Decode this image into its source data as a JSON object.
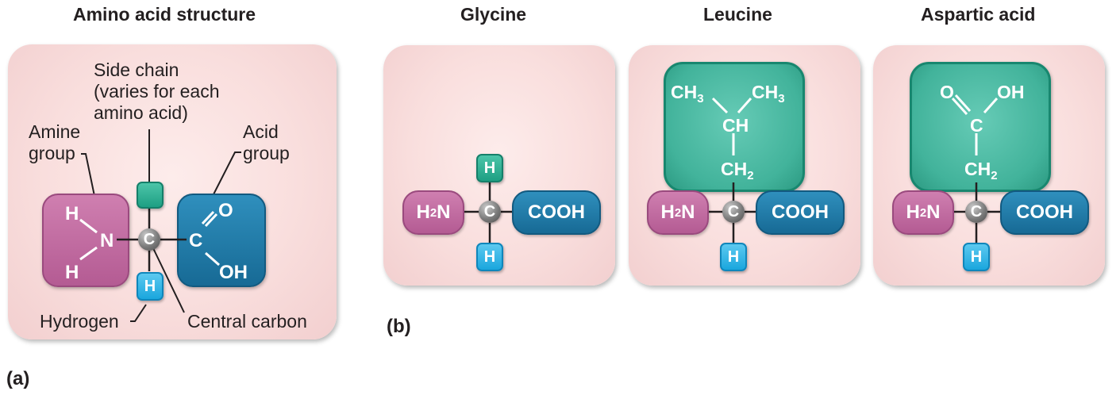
{
  "part_a": {
    "title": "Amino acid structure",
    "panel_label": "(a)",
    "labels": {
      "side_chain": [
        "Side chain",
        "(varies for each",
        "amino acid)"
      ],
      "amine": [
        "Amine",
        "group"
      ],
      "acid": [
        "Acid",
        "group"
      ],
      "hydrogen": "Hydrogen",
      "central_carbon": "Central carbon"
    },
    "molecule": {
      "amine_h_top": "H",
      "amine_h_bottom": "H",
      "nitrogen": "N",
      "carbon": "C",
      "acid_c": "C",
      "acid_o": "O",
      "acid_oh": "OH",
      "hydrogen": "H"
    }
  },
  "part_b": {
    "panel_label": "(b)",
    "glycine": {
      "title": "Glycine",
      "side": "H",
      "h": "H",
      "amine": "H",
      "amine_sub": "2",
      "amine_n": "N",
      "carbon": "C",
      "acid": "COOH"
    },
    "leucine": {
      "title": "Leucine",
      "h": "H",
      "amine": "H",
      "amine_sub": "2",
      "amine_n": "N",
      "carbon": "C",
      "acid": "COOH",
      "ch3_left": "CH",
      "ch3_left_sub": "3",
      "ch3_right": "CH",
      "ch3_right_sub": "3",
      "ch": "CH",
      "ch2": "CH",
      "ch2_sub": "2"
    },
    "aspartic": {
      "title": "Aspartic acid",
      "h": "H",
      "amine": "H",
      "amine_sub": "2",
      "amine_n": "N",
      "carbon": "C",
      "acid": "COOH",
      "o": "O",
      "oh": "OH",
      "c": "C",
      "ch2": "CH",
      "ch2_sub": "2"
    }
  }
}
